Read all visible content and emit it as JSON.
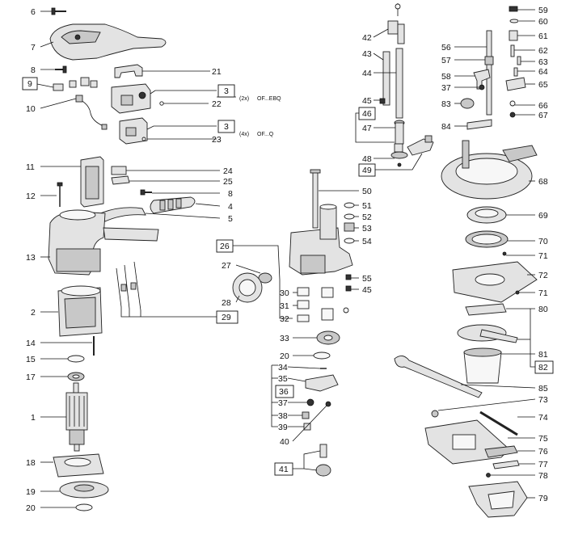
{
  "labels": [
    {
      "id": "6",
      "text": "6"
    },
    {
      "id": "7",
      "text": "7"
    },
    {
      "id": "8a",
      "text": "8"
    },
    {
      "id": "9",
      "text": "9",
      "boxed": true
    },
    {
      "id": "10",
      "text": "10"
    },
    {
      "id": "21",
      "text": "21"
    },
    {
      "id": "3a",
      "text": "3",
      "boxed": true
    },
    {
      "id": "22",
      "text": "22"
    },
    {
      "id": "3b",
      "text": "3",
      "boxed": true
    },
    {
      "id": "23",
      "text": "23"
    },
    {
      "id": "11",
      "text": "11"
    },
    {
      "id": "24",
      "text": "24"
    },
    {
      "id": "25",
      "text": "25"
    },
    {
      "id": "12",
      "text": "12"
    },
    {
      "id": "8b",
      "text": "8"
    },
    {
      "id": "4",
      "text": "4"
    },
    {
      "id": "5",
      "text": "5"
    },
    {
      "id": "13",
      "text": "13"
    },
    {
      "id": "2",
      "text": "2"
    },
    {
      "id": "29",
      "text": "29",
      "boxed": true
    },
    {
      "id": "14",
      "text": "14"
    },
    {
      "id": "15",
      "text": "15"
    },
    {
      "id": "17",
      "text": "17"
    },
    {
      "id": "1",
      "text": "1"
    },
    {
      "id": "18",
      "text": "18"
    },
    {
      "id": "19",
      "text": "19"
    },
    {
      "id": "20a",
      "text": "20"
    },
    {
      "id": "42",
      "text": "42"
    },
    {
      "id": "43",
      "text": "43"
    },
    {
      "id": "44",
      "text": "44"
    },
    {
      "id": "45a",
      "text": "45"
    },
    {
      "id": "46",
      "text": "46",
      "boxed": true
    },
    {
      "id": "47",
      "text": "47"
    },
    {
      "id": "48",
      "text": "48"
    },
    {
      "id": "49",
      "text": "49",
      "boxed": true
    },
    {
      "id": "50",
      "text": "50"
    },
    {
      "id": "51",
      "text": "51"
    },
    {
      "id": "52",
      "text": "52"
    },
    {
      "id": "53",
      "text": "53"
    },
    {
      "id": "54",
      "text": "54"
    },
    {
      "id": "26",
      "text": "26",
      "boxed": true
    },
    {
      "id": "27",
      "text": "27"
    },
    {
      "id": "28",
      "text": "28"
    },
    {
      "id": "55",
      "text": "55"
    },
    {
      "id": "45b",
      "text": "45"
    },
    {
      "id": "30",
      "text": "30"
    },
    {
      "id": "31",
      "text": "31"
    },
    {
      "id": "32",
      "text": "32"
    },
    {
      "id": "33",
      "text": "33"
    },
    {
      "id": "20b",
      "text": "20"
    },
    {
      "id": "34",
      "text": "34"
    },
    {
      "id": "35",
      "text": "35"
    },
    {
      "id": "36",
      "text": "36",
      "boxed": true
    },
    {
      "id": "37a",
      "text": "37"
    },
    {
      "id": "38",
      "text": "38"
    },
    {
      "id": "39",
      "text": "39"
    },
    {
      "id": "40",
      "text": "40"
    },
    {
      "id": "41",
      "text": "41",
      "boxed": true
    },
    {
      "id": "59",
      "text": "59"
    },
    {
      "id": "60",
      "text": "60"
    },
    {
      "id": "56",
      "text": "56"
    },
    {
      "id": "61",
      "text": "61"
    },
    {
      "id": "57",
      "text": "57"
    },
    {
      "id": "62",
      "text": "62"
    },
    {
      "id": "63",
      "text": "63"
    },
    {
      "id": "58",
      "text": "58"
    },
    {
      "id": "64",
      "text": "64"
    },
    {
      "id": "37b",
      "text": "37"
    },
    {
      "id": "65",
      "text": "65"
    },
    {
      "id": "83",
      "text": "83"
    },
    {
      "id": "66",
      "text": "66"
    },
    {
      "id": "67",
      "text": "67"
    },
    {
      "id": "84",
      "text": "84"
    },
    {
      "id": "68",
      "text": "68"
    },
    {
      "id": "69",
      "text": "69"
    },
    {
      "id": "70",
      "text": "70"
    },
    {
      "id": "71a",
      "text": "71"
    },
    {
      "id": "72",
      "text": "72"
    },
    {
      "id": "71b",
      "text": "71"
    },
    {
      "id": "80",
      "text": "80"
    },
    {
      "id": "81",
      "text": "81"
    },
    {
      "id": "82",
      "text": "82",
      "boxed": true
    },
    {
      "id": "85",
      "text": "85"
    },
    {
      "id": "73",
      "text": "73"
    },
    {
      "id": "74",
      "text": "74"
    },
    {
      "id": "75",
      "text": "75"
    },
    {
      "id": "76",
      "text": "76"
    },
    {
      "id": "77",
      "text": "77"
    },
    {
      "id": "78",
      "text": "78"
    },
    {
      "id": "79",
      "text": "79"
    }
  ],
  "notes": [
    {
      "id": "q2x",
      "text": "(2x)"
    },
    {
      "id": "ebq",
      "text": "OF...EBQ"
    },
    {
      "id": "q4x",
      "text": "(4x)"
    },
    {
      "id": "ofq",
      "text": "OF...Q"
    }
  ],
  "colors": {
    "line": "#111111",
    "part_fill": "#e3e3e3",
    "part_dark": "#c8c8c8",
    "background": "#ffffff"
  }
}
